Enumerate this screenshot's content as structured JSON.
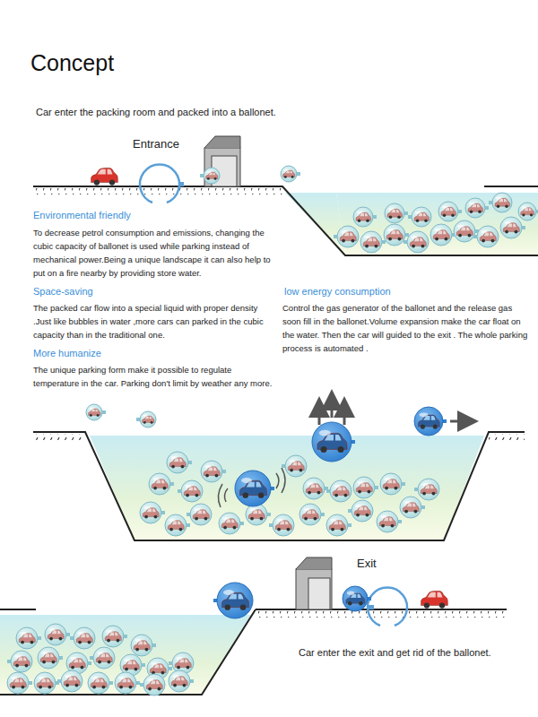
{
  "diagram": {
    "title": "Concept",
    "labels": [
      "Car enter the packing room and packed into a ballonet.",
      "Entrance",
      "Environmental friendly",
      "To decrease petrol consumption and emissions, changing the cubic capacity of ballonet is used while parking instead of mechanical power.Being a unique landscape it can also help to put on a fire nearby by providing store water.",
      "Space-saving",
      "The packed car flow into a special liquid with proper density .Just like bubbles in water ,more cars can parked in the cubic capacity than in the traditional one.",
      "low energy consumption",
      "Control the gas generator of the ballonet and the release gas soon fill in the ballonet.Volume expansion make the car float on the water. Then the car will guided to the exit . The whole parking process is automated .",
      "More humanize",
      "The unique parking form make it possible to regulate temperature in the car. Parking don't limit by weather any more.",
      "Exit",
      "Car enter the exit and get rid of the ballonet."
    ]
  }
}
